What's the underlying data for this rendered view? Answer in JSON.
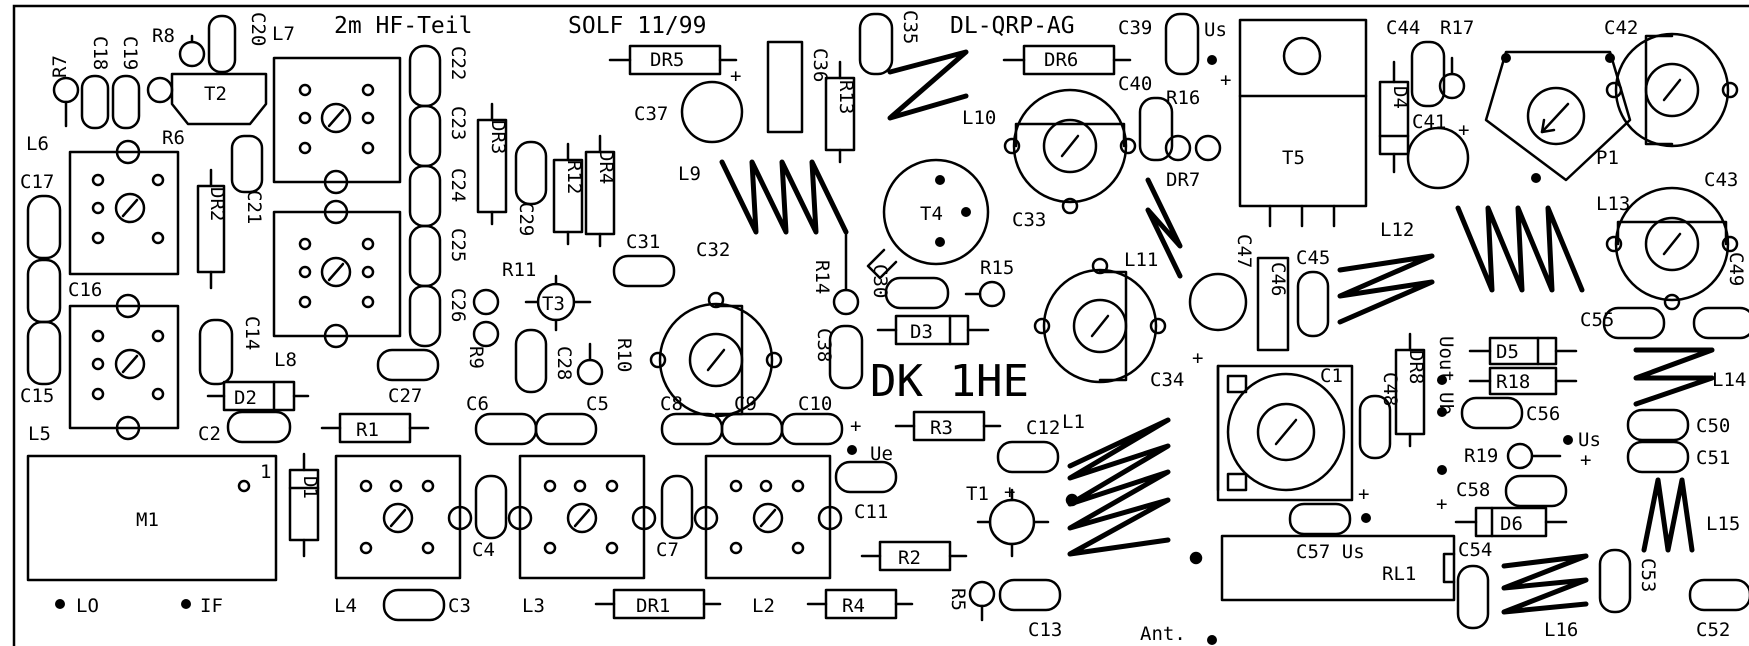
{
  "header": {
    "title": "2m HF-Teil",
    "author": "SOLF 11/99",
    "group": "DL-QRP-AG",
    "callsign": "DK 1HE"
  },
  "pins": {
    "us": "Us",
    "ue": "Ue",
    "ub": "Ub",
    "uout": "Uout",
    "ant": "Ant.",
    "lo": "LO",
    "if": "IF",
    "plus": "+",
    "pin1": "1"
  },
  "parts": {
    "t2": "T2",
    "t3": "T3",
    "t4": "T4",
    "t5": "T5",
    "t1": "T1",
    "m1": "M1",
    "rl1": "RL1",
    "c57us": "C57 Us",
    "p1": "P1",
    "c1": "C1",
    "dr1": "DR1",
    "dr2": "DR2",
    "dr3": "DR3",
    "dr4": "DR4",
    "dr5": "DR5",
    "dr6": "DR6",
    "dr7": "DR7",
    "dr8": "DR8",
    "r1": "R1",
    "r2": "R2",
    "r3": "R3",
    "r4": "R4",
    "r5": "R5",
    "r6": "R6",
    "r7": "R7",
    "r8": "R8",
    "r9": "R9",
    "r10": "R10",
    "r11": "R11",
    "r12": "R12",
    "r13": "R13",
    "r14": "R14",
    "r15": "R15",
    "r16": "R16",
    "r17": "R17",
    "r18": "R18",
    "r19": "R19",
    "d1": "D1",
    "d2": "D2",
    "d3": "D3",
    "d4": "D4",
    "d5": "D5",
    "d6": "D6",
    "l1": "L1",
    "l2": "L2",
    "l3": "L3",
    "l4": "L4",
    "l5": "L5",
    "l6": "L6",
    "l7": "L7",
    "l8": "L8",
    "l9": "L9",
    "l10": "L10",
    "l11": "L11",
    "l12": "L12",
    "l13": "L13",
    "l14": "L14",
    "l15": "L15",
    "l16": "L16",
    "c2": "C2",
    "c3": "C3",
    "c4": "C4",
    "c5": "C5",
    "c6": "C6",
    "c7": "C7",
    "c8": "C8",
    "c9": "C9",
    "c10": "C10",
    "c11": "C11",
    "c12": "C12",
    "c13": "C13",
    "c14": "C14",
    "c15": "C15",
    "c16": "C16",
    "c17": "C17",
    "c18": "C18",
    "c19": "C19",
    "c20": "C20",
    "c21": "C21",
    "c22": "C22",
    "c23": "C23",
    "c24": "C24",
    "c25": "C25",
    "c26": "C26",
    "c27": "C27",
    "c28": "C28",
    "c29": "C29",
    "c30": "C30",
    "c31": "C31",
    "c32": "C32",
    "c33": "C33",
    "c34": "C34",
    "c35": "C35",
    "c36": "C36",
    "c37": "C37",
    "c38": "C38",
    "c39": "C39",
    "c40": "C40",
    "c41": "C41",
    "c42": "C42",
    "c43": "C43",
    "c44": "C44",
    "c45": "C45",
    "c46": "C46",
    "c47": "C47",
    "c48": "C48",
    "c49": "C49",
    "c50": "C50",
    "c51": "C51",
    "c52": "C52",
    "c53": "C53",
    "c54": "C54",
    "c55": "C55",
    "c56": "C56",
    "c58": "C58"
  }
}
